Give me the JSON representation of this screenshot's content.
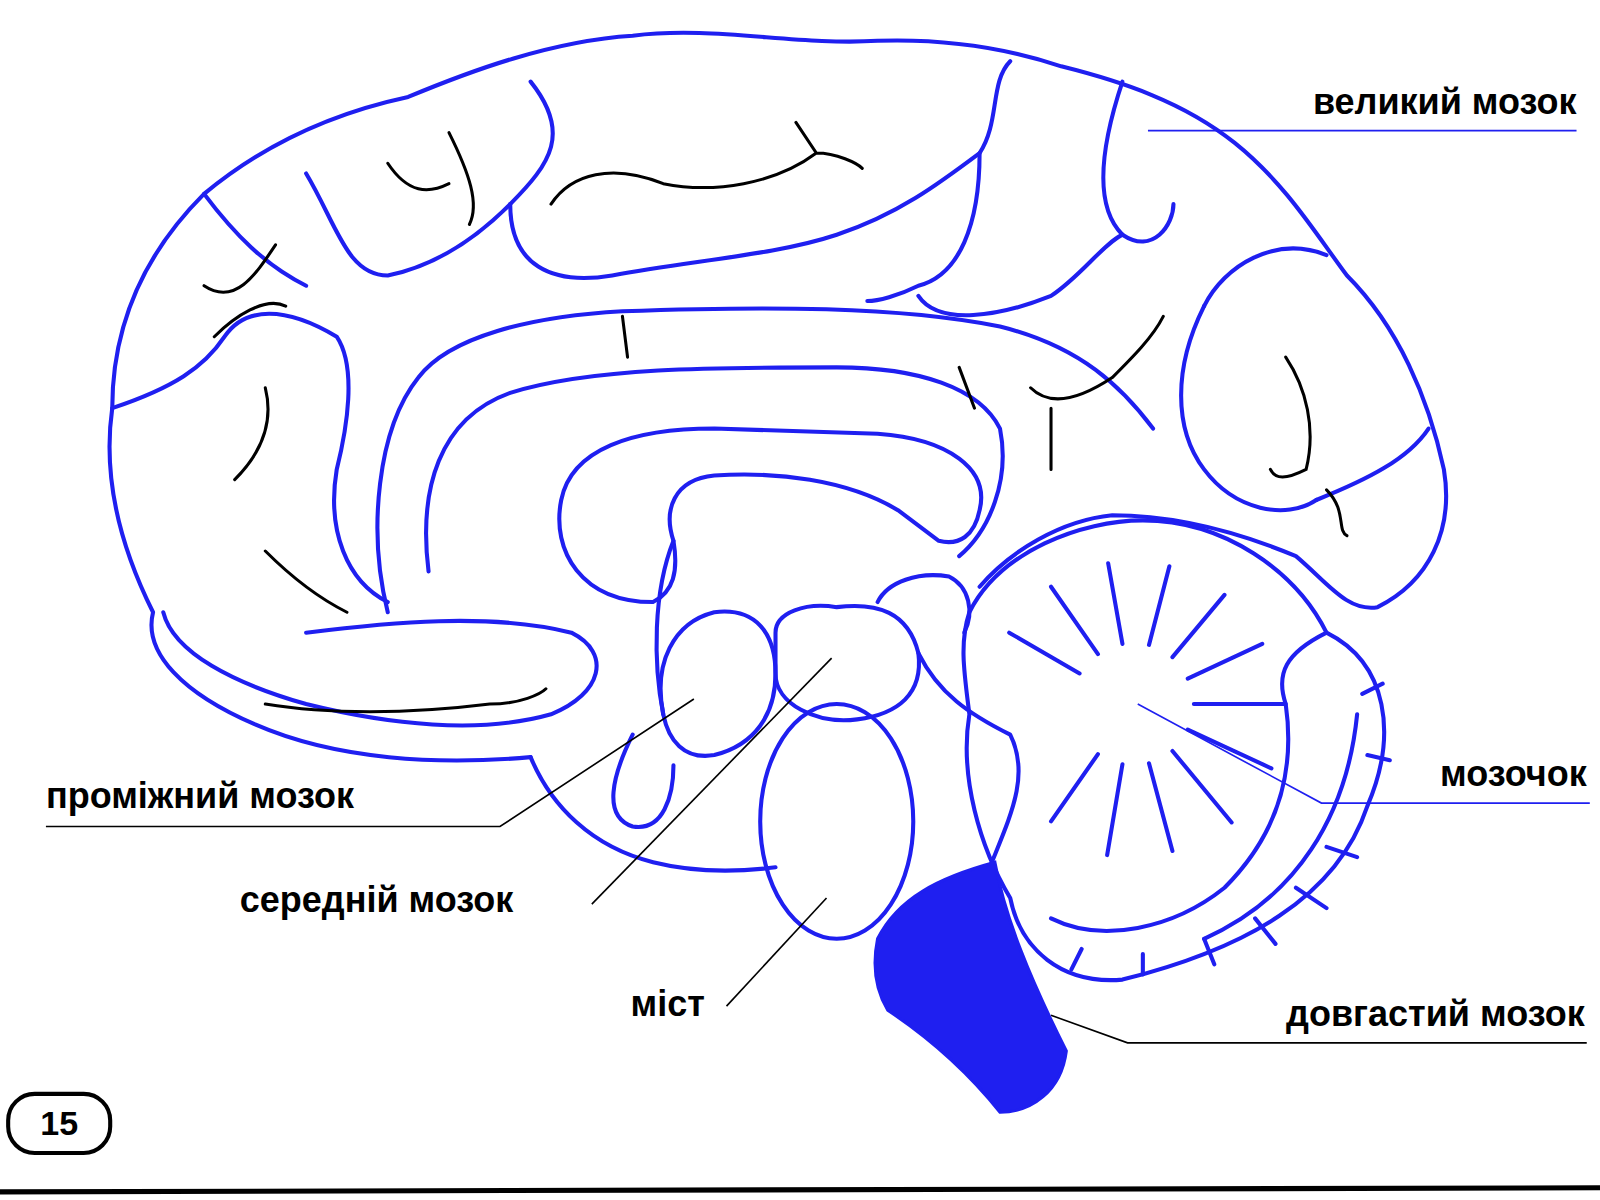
{
  "diagram": {
    "labels": [
      "великий мозок",
      "проміжний мозок",
      "середній мозок",
      "міст",
      "мозочок",
      "довгастий мозок",
      "15"
    ]
  }
}
